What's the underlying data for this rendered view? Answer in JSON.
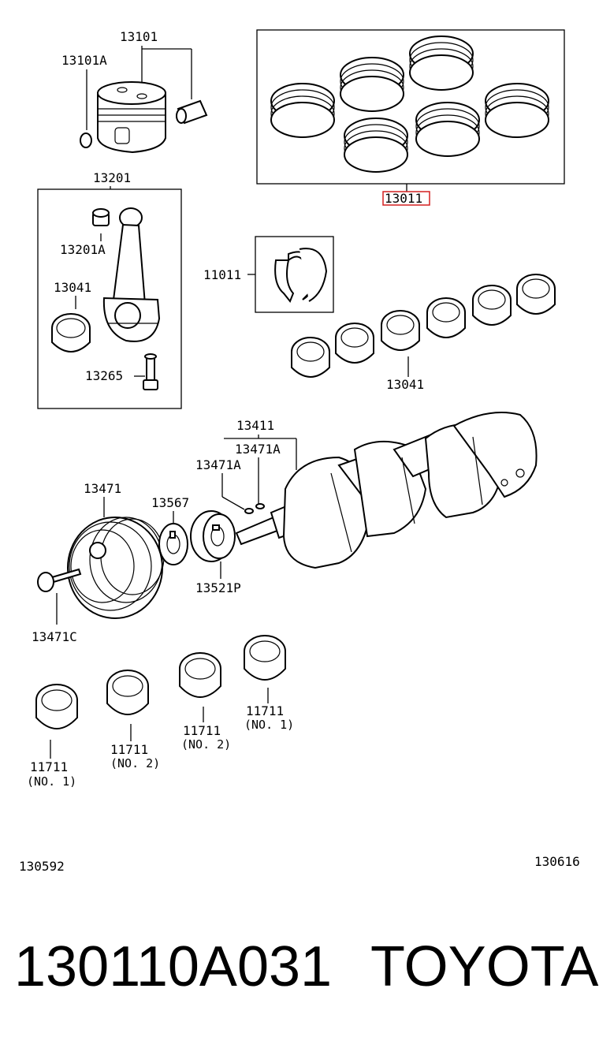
{
  "labels": {
    "l13101": "13101",
    "l13101A": "13101A",
    "l13011": "13011",
    "l13201": "13201",
    "l13201A": "13201A",
    "l13041a": "13041",
    "l13265": "13265",
    "l11011": "11011",
    "l13041b": "13041",
    "l13411": "13411",
    "l13471A_1": "13471A",
    "l13471A_2": "13471A",
    "l13471": "13471",
    "l13567": "13567",
    "l13521P": "13521P",
    "l13471C": "13471C",
    "b1_num": "11711",
    "b1_sub": "(NO. 1)",
    "b2_num": "11711",
    "b2_sub": "(NO. 2)",
    "b3_num": "11711",
    "b3_sub": "(NO. 2)",
    "b4_num": "11711",
    "b4_sub": "(NO. 1)",
    "ref_left": "130592",
    "ref_right": "130616"
  },
  "highlight": "13011",
  "colors": {
    "highlight": "#d42020",
    "ink": "#000000"
  },
  "footer": {
    "part_number": "130110A031",
    "brand": "TOYOTA"
  }
}
